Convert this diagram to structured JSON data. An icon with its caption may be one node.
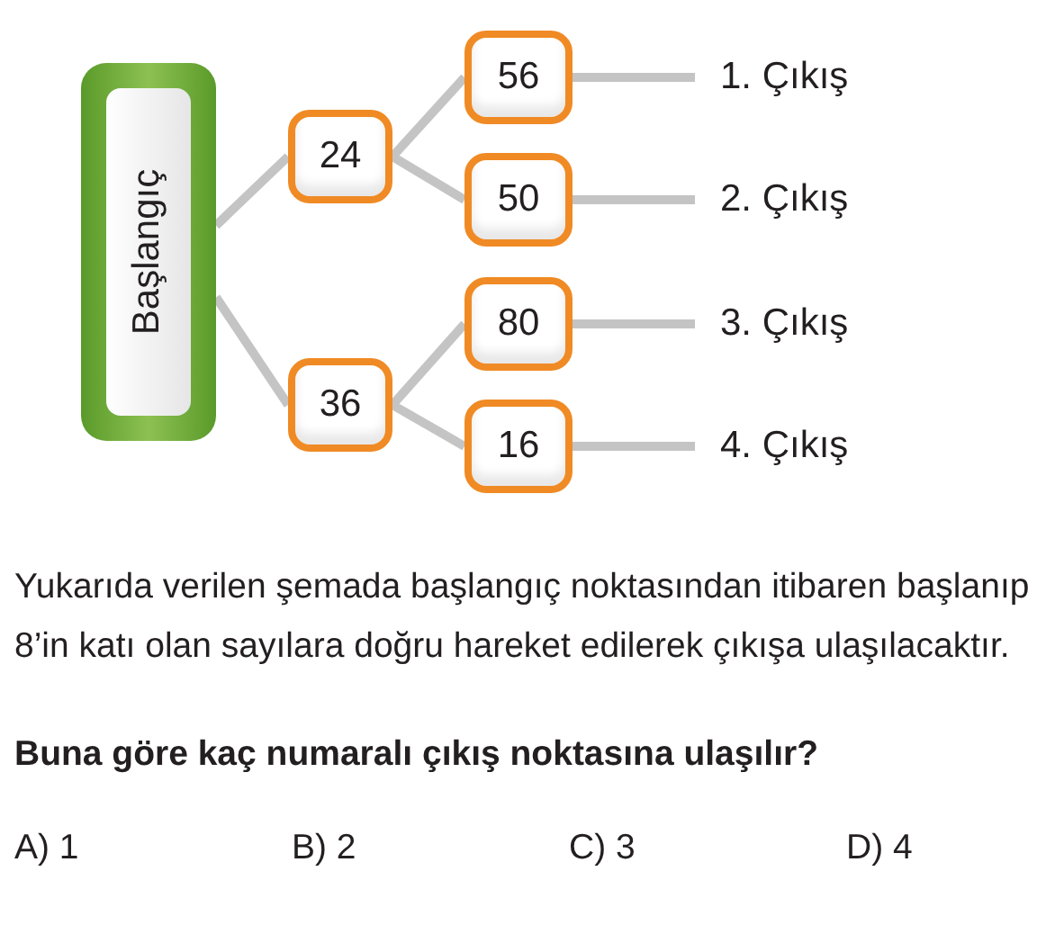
{
  "diagram": {
    "nodes": [
      {
        "text": [
          "Başlangıç"
        ]
      },
      {
        "text": [
          "24"
        ]
      },
      {
        "text": [
          "36"
        ]
      },
      {
        "text": [
          "56"
        ]
      },
      {
        "text": [
          "50"
        ]
      },
      {
        "text": [
          "80"
        ]
      },
      {
        "text": [
          "16"
        ]
      },
      {
        "text": [
          "1. Çıkış"
        ]
      },
      {
        "text": [
          "2. Çıkış"
        ]
      },
      {
        "text": [
          "3. Çıkış"
        ]
      },
      {
        "text": [
          "4. Çıkış"
        ]
      }
    ],
    "edges": [
      {
        "from": 0,
        "to": 1,
        "arrow": "none"
      },
      {
        "from": 0,
        "to": 2,
        "arrow": "none"
      },
      {
        "from": 1,
        "to": 3,
        "arrow": "none"
      },
      {
        "from": 1,
        "to": 4,
        "arrow": "none"
      },
      {
        "from": 2,
        "to": 5,
        "arrow": "none"
      },
      {
        "from": 2,
        "to": 6,
        "arrow": "none"
      },
      {
        "from": 3,
        "to": 7,
        "arrow": "none"
      },
      {
        "from": 4,
        "to": 8,
        "arrow": "none"
      },
      {
        "from": 5,
        "to": 9,
        "arrow": "none"
      },
      {
        "from": 6,
        "to": 10,
        "arrow": "none"
      }
    ],
    "labels": [
      "Yukarıda verilen şemada başlangıç noktasından itibaren başlanıp 8’in katı olan sayılara doğru hareket edilerek çıkışa ulaşılacaktır.",
      "Buna göre kaç numaralı çıkış noktasına ulaşılır?",
      "A) 1",
      "B) 2",
      "C) 3",
      "D) 4"
    ]
  }
}
